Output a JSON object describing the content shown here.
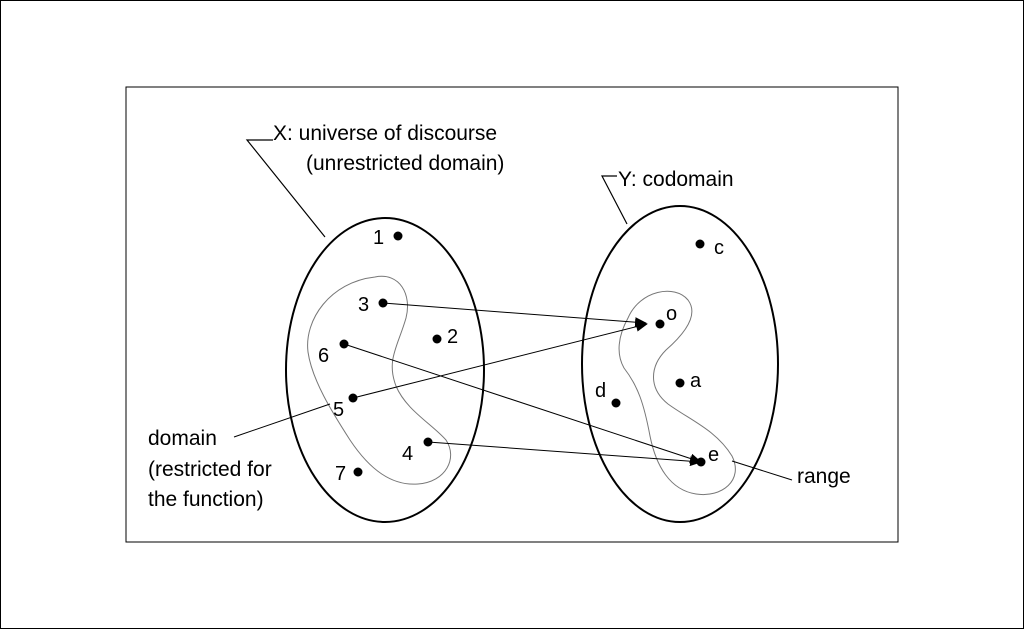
{
  "labels": {
    "universe_line1": "X: universe of discourse",
    "universe_line2": "(unrestricted domain)",
    "codomain": "Y: codomain",
    "domain_line1": "domain",
    "domain_line2": "(restricted for",
    "domain_line3": "the function)",
    "range": "range"
  },
  "set_x_points": [
    "1",
    "2",
    "3",
    "4",
    "5",
    "6",
    "7"
  ],
  "set_y_points": [
    "a",
    "c",
    "d",
    "e",
    "o"
  ],
  "mappings": [
    {
      "from": "3",
      "to": "o"
    },
    {
      "from": "5",
      "to": "o"
    },
    {
      "from": "6",
      "to": "e"
    },
    {
      "from": "4",
      "to": "e"
    }
  ],
  "colors": {
    "background": "#ffffff",
    "ink": "#000000",
    "inner_region": "#777777"
  }
}
